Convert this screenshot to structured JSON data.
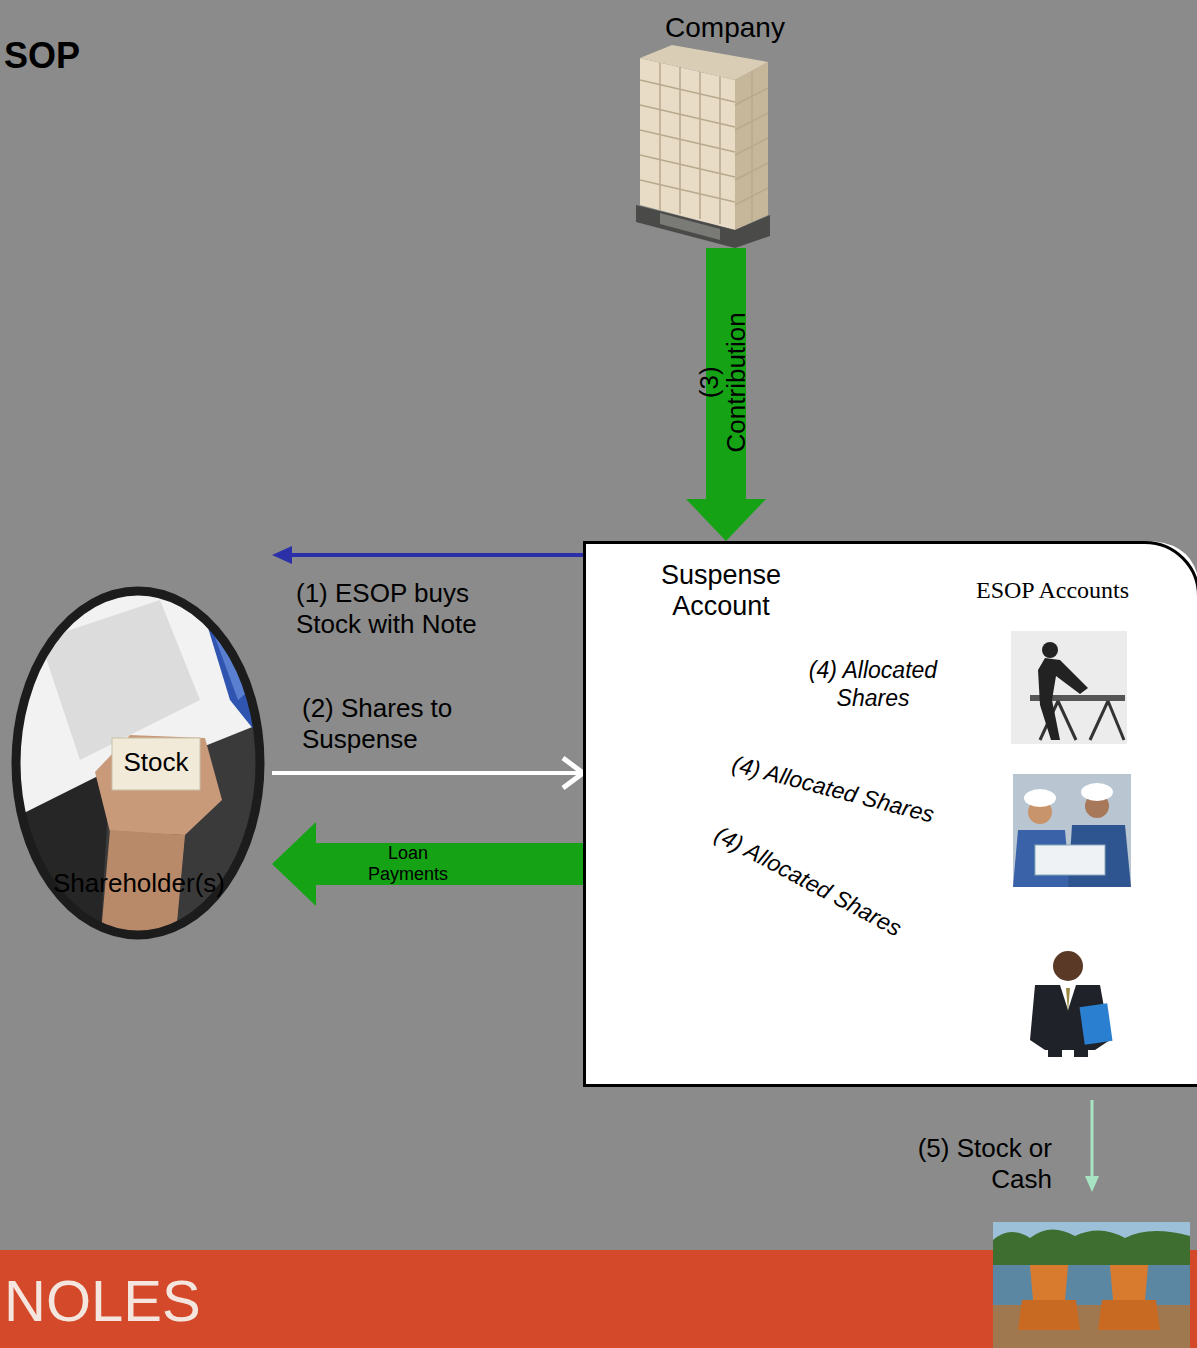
{
  "diagram": {
    "title": "SOP",
    "nodes": [
      {
        "text": [
          "Company"
        ]
      },
      {
        "text": [
          "Stock",
          "Shareholder(s)"
        ]
      },
      {
        "text": [
          "Suspense Account",
          "ESOP Accounts"
        ]
      }
    ],
    "edges": [
      {
        "from": 2,
        "to": 1,
        "arrow": "to",
        "label": "(1) ESOP buys Stock with Note"
      },
      {
        "from": 1,
        "to": 2,
        "arrow": "to",
        "label": "(2) Shares to Suspense"
      },
      {
        "from": 0,
        "to": 2,
        "arrow": "to",
        "label": "(3) Contribution"
      },
      {
        "from": 2,
        "to": 1,
        "arrow": "to",
        "label": "Loan Payments"
      }
    ],
    "labels": [
      "(4) Allocated Shares",
      "(4) Allocated Shares",
      "(4) Allocated Shares",
      "(5) Stock or Cash",
      "NOLES"
    ]
  }
}
